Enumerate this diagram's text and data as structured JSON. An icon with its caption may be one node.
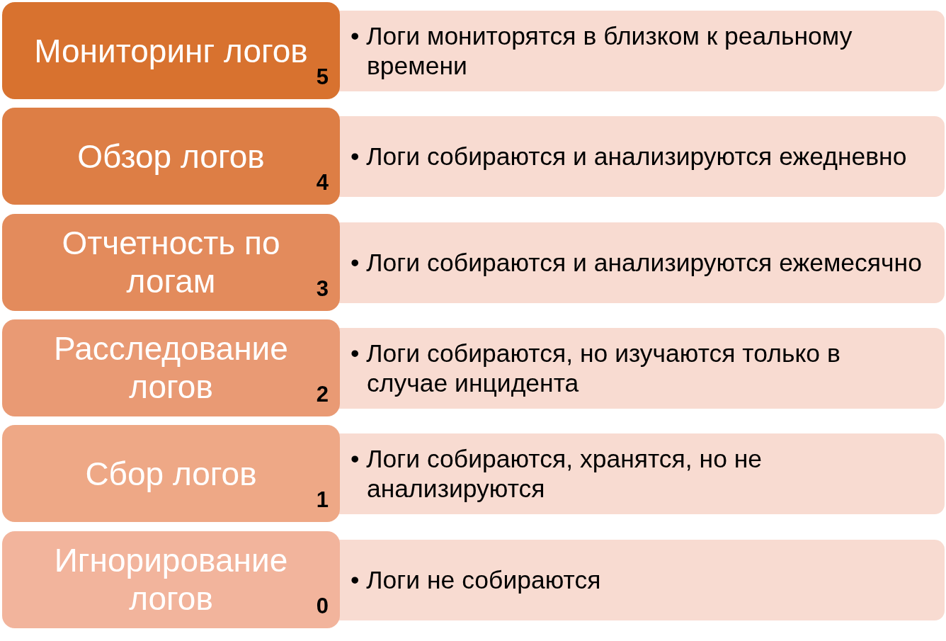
{
  "diagram": {
    "nodes": [
      {
        "text": [
          "Мониторинг логов",
          "5"
        ]
      },
      {
        "text": [
          "• Логи мониторятся в близком к реальному времени"
        ]
      },
      {
        "text": [
          "Обзор логов",
          "4"
        ]
      },
      {
        "text": [
          "• Логи собираются и анализируются ежедневно"
        ]
      },
      {
        "text": [
          "Отчетность по логам",
          "3"
        ]
      },
      {
        "text": [
          "• Логи собираются и анализируются ежемесячно"
        ]
      },
      {
        "text": [
          "Расследование логов",
          "2"
        ]
      },
      {
        "text": [
          "• Логи собираются, но изучаются только в случае инцидента"
        ]
      },
      {
        "text": [
          "Сбор логов",
          "1"
        ]
      },
      {
        "text": [
          "• Логи собираются, хранятся, но не анализируются"
        ]
      },
      {
        "text": [
          "Игнорирование логов",
          "0"
        ]
      },
      {
        "text": [
          "• Логи не собираются"
        ]
      }
    ],
    "edges": []
  }
}
